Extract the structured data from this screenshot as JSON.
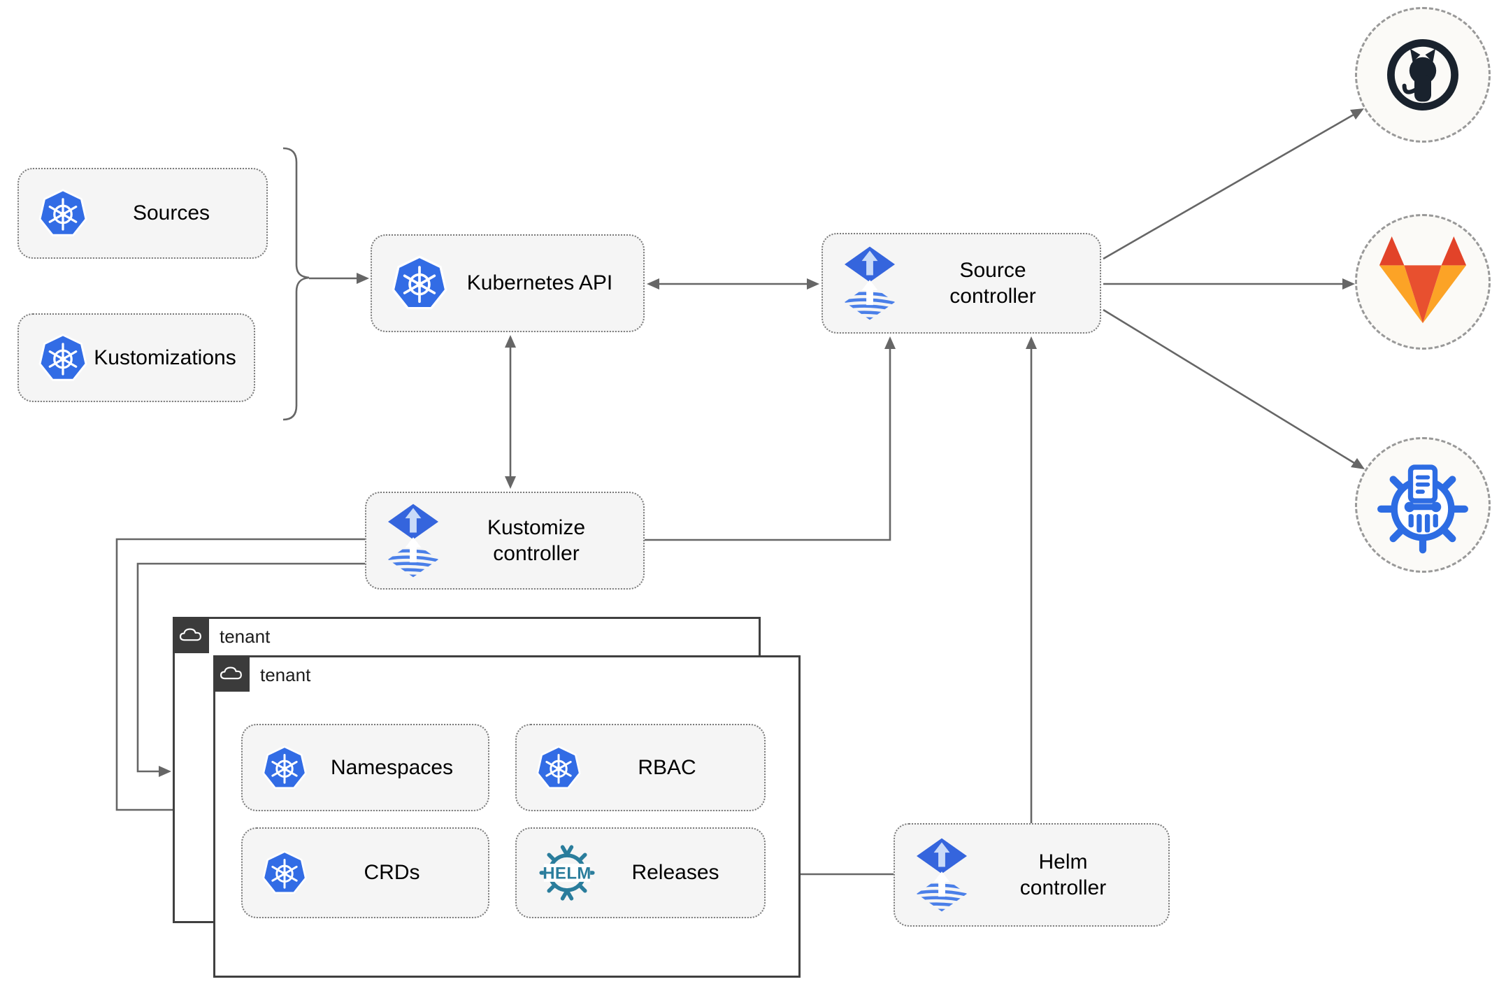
{
  "title": "Flux GitOps multi-tenant architecture diagram",
  "colors": {
    "arrow": "#666666",
    "box_fill": "#f5f5f5",
    "box_border": "#7a7a7a",
    "circle_fill": "#fbfaf7",
    "circle_border": "#999999",
    "k8s_blue": "#326ce5",
    "flux_blue": "#3565dd",
    "flux_light": "#c9daf8",
    "flux_stripe": "#4a7fe8",
    "helm_teal": "#2a7d9c",
    "github_dark": "#19222d",
    "gitlab_red": "#e24329",
    "gitlab_mid": "#e8502f",
    "gitlab_orange": "#fca326",
    "cm_blue": "#2d6ce3",
    "tenant_tab": "#3b3b3b",
    "tenant_border": "#404040",
    "text": "#000000"
  },
  "nodes": {
    "sources": {
      "label": "Sources",
      "icon": "kubernetes-icon"
    },
    "kustomizations": {
      "label": "Kustomizations",
      "icon": "kubernetes-icon"
    },
    "kubernetes_api": {
      "label": "Kubernetes API",
      "icon": "kubernetes-icon"
    },
    "source_controller": {
      "line1": "Source",
      "line2": "controller",
      "icon": "flux-icon"
    },
    "kustomize_controller": {
      "line1": "Kustomize",
      "line2": "controller",
      "icon": "flux-icon"
    },
    "helm_controller": {
      "line1": "Helm",
      "line2": "controller",
      "icon": "flux-icon"
    },
    "tenant_back": {
      "label": "tenant",
      "icon": "cloud-icon"
    },
    "tenant_front": {
      "label": "tenant",
      "icon": "cloud-icon"
    },
    "namespaces": {
      "label": "Namespaces",
      "icon": "kubernetes-icon"
    },
    "rbac": {
      "label": "RBAC",
      "icon": "kubernetes-icon"
    },
    "crds": {
      "label": "CRDs",
      "icon": "kubernetes-icon"
    },
    "releases": {
      "label": "Releases",
      "icon": "helm-icon",
      "icon_text": "HELM"
    }
  },
  "external_targets": {
    "github": {
      "icon": "github-icon"
    },
    "gitlab": {
      "icon": "gitlab-icon"
    },
    "helm_repository": {
      "icon": "chartmuseum-icon"
    }
  },
  "edges": [
    {
      "from": "sources+kustomizations",
      "to": "kubernetes_api",
      "style": "arrow"
    },
    {
      "from": "kubernetes_api",
      "to": "source_controller",
      "style": "double-arrow"
    },
    {
      "from": "kubernetes_api",
      "to": "kustomize_controller",
      "style": "double-arrow"
    },
    {
      "from": "kustomize_controller",
      "to": "source_controller",
      "style": "arrow"
    },
    {
      "from": "kustomize_controller",
      "to": "tenant_front",
      "style": "arrow"
    },
    {
      "from": "kustomize_controller",
      "to": "tenant_back",
      "style": "arrow"
    },
    {
      "from": "helm_controller",
      "to": "source_controller",
      "style": "arrow"
    },
    {
      "from": "helm_controller",
      "to": "releases",
      "style": "arrow"
    },
    {
      "from": "source_controller",
      "to": "github",
      "style": "arrow"
    },
    {
      "from": "source_controller",
      "to": "gitlab",
      "style": "arrow"
    },
    {
      "from": "source_controller",
      "to": "helm_repository",
      "style": "arrow"
    }
  ]
}
